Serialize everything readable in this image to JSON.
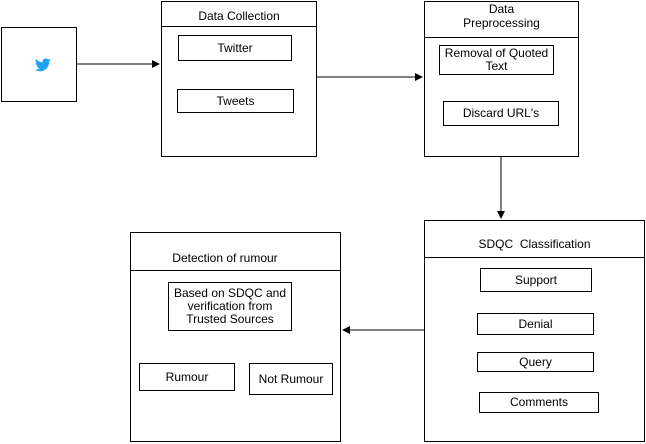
{
  "colors": {
    "line": "#000000",
    "twitter_blue": "#1DA1F2"
  },
  "source": {
    "icon": "twitter-bird-icon"
  },
  "data_collection": {
    "title": "Data Collection",
    "twitter": "Twitter",
    "tweets": "Tweets"
  },
  "preprocessing": {
    "title_line1": "Data",
    "title_line2": "Preprocessing",
    "removal_line1": "Removal of Quoted",
    "removal_line2": "Text",
    "discard": "Discard URL's"
  },
  "sdqc": {
    "title": "SDQC  Classification",
    "support": "Support",
    "denial": "Denial",
    "query": "Query",
    "comments": "Comments"
  },
  "detection": {
    "title": "Detection of rumour",
    "criteria_line1": "Based on SDQC and",
    "criteria_line2": "verification from",
    "criteria_line3": "Trusted Sources",
    "rumour": "Rumour",
    "not_rumour": "Not Rumour"
  }
}
